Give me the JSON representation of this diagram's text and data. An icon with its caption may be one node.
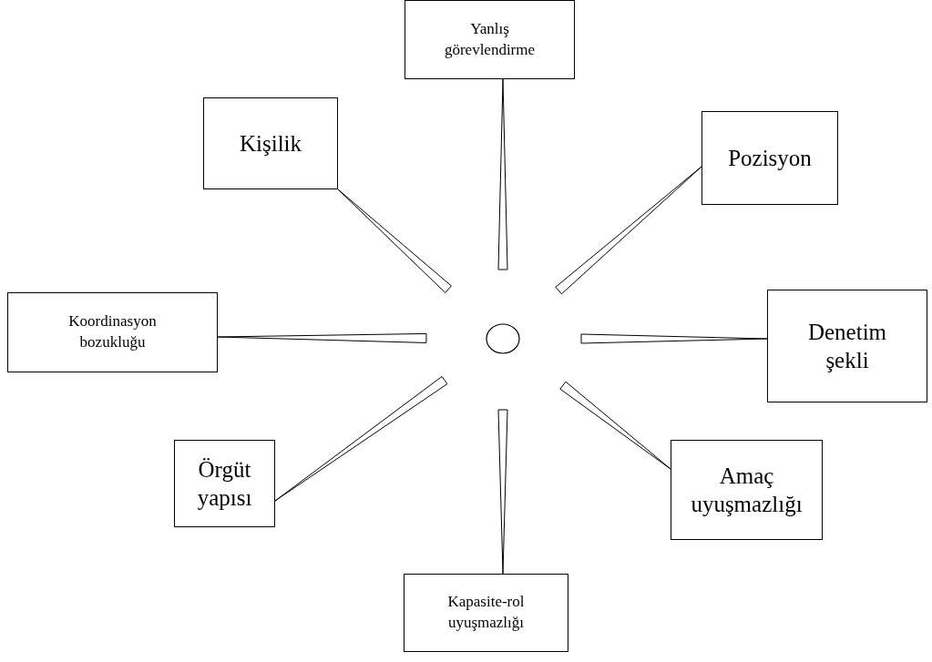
{
  "diagram": {
    "nodes": [
      {
        "text": [
          "Yanlış görevlendirme"
        ]
      },
      {
        "text": [
          "Kişilik"
        ]
      },
      {
        "text": [
          "Pozisyon"
        ]
      },
      {
        "text": [
          "Koordinasyon bozukluğu"
        ]
      },
      {
        "text": [],
        "shape": "circle"
      },
      {
        "text": [
          "Denetim şekli"
        ]
      },
      {
        "text": [
          "Örgüt yapısı"
        ]
      },
      {
        "text": [
          "Amaç uyuşmazlığı"
        ]
      },
      {
        "text": [
          "Kapasite-rol uyuşmazlığı"
        ]
      }
    ],
    "edges": [
      {
        "from": 4,
        "to": 0,
        "arrow": "none"
      },
      {
        "from": 4,
        "to": 1,
        "arrow": "none"
      },
      {
        "from": 4,
        "to": 2,
        "arrow": "none"
      },
      {
        "from": 4,
        "to": 3,
        "arrow": "none"
      },
      {
        "from": 4,
        "to": 5,
        "arrow": "none"
      },
      {
        "from": 4,
        "to": 6,
        "arrow": "none"
      },
      {
        "from": 4,
        "to": 7,
        "arrow": "none"
      },
      {
        "from": 4,
        "to": 8,
        "arrow": "none"
      }
    ]
  }
}
